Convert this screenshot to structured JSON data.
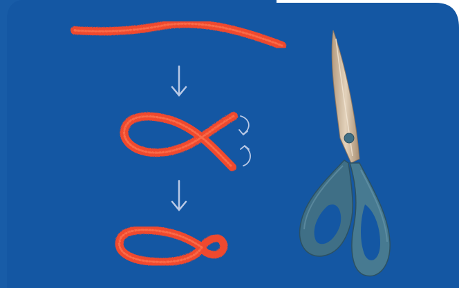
{
  "scene": {
    "background_color": "#1457a3",
    "pipe_cleaner_color": "#ef4a2e",
    "arrow_color": "#b9c9e6",
    "scissors_handle_color": "#3f6f86",
    "scissors_blade_color": "#c9b49a",
    "steps": [
      {
        "name": "straight-pipe-cleaner"
      },
      {
        "name": "crossed-loop"
      },
      {
        "name": "twisted-loop"
      }
    ],
    "icons": [
      "down-arrow-icon",
      "twist-arrow-icon",
      "scissors-icon"
    ]
  }
}
